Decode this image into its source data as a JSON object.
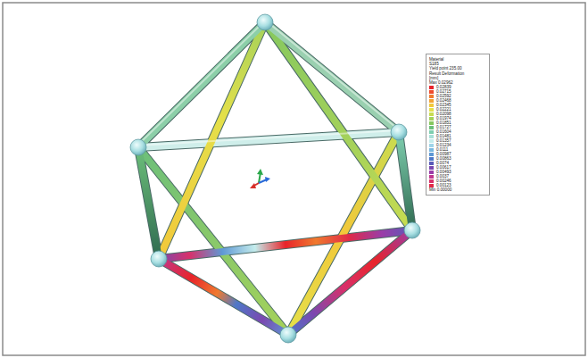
{
  "diagram": {
    "labels": [
      "Material",
      "S185",
      "Yield point 235.00",
      "Result Deformation",
      "[mm]",
      "Max 0.02962",
      "Min 0.00000"
    ],
    "legend": [
      {
        "text": "0.02839",
        "color": "#e8242a"
      },
      {
        "text": "0.02715",
        "color": "#ee4a2a"
      },
      {
        "text": "0.02592",
        "color": "#f07a2e"
      },
      {
        "text": "0.02468",
        "color": "#f3a232"
      },
      {
        "text": "0.02345",
        "color": "#f2c83a"
      },
      {
        "text": "0.02221",
        "color": "#e4e04a"
      },
      {
        "text": "0.02098",
        "color": "#c8dc50"
      },
      {
        "text": "0.01974",
        "color": "#a6d25a"
      },
      {
        "text": "0.01851",
        "color": "#86c85e"
      },
      {
        "text": "0.01727",
        "color": "#6cbf7a"
      },
      {
        "text": "0.01604",
        "color": "#7fcfb0"
      },
      {
        "text": "0.01481",
        "color": "#a8e0d8"
      },
      {
        "text": "0.01357",
        "color": "#c4ecec"
      },
      {
        "text": "0.01234",
        "color": "#9fd4e8"
      },
      {
        "text": "0.0111",
        "color": "#7ab8e0"
      },
      {
        "text": "0.00987",
        "color": "#5e98d4"
      },
      {
        "text": "0.00863",
        "color": "#4e78c8"
      },
      {
        "text": "0.0074",
        "color": "#5a5ab8"
      },
      {
        "text": "0.00617",
        "color": "#7a48b0"
      },
      {
        "text": "0.00493",
        "color": "#9a3ca8"
      },
      {
        "text": "0.0037",
        "color": "#c0388e"
      },
      {
        "text": "0.00246",
        "color": "#d8306a"
      },
      {
        "text": "0.00123",
        "color": "#e02a48"
      }
    ]
  }
}
